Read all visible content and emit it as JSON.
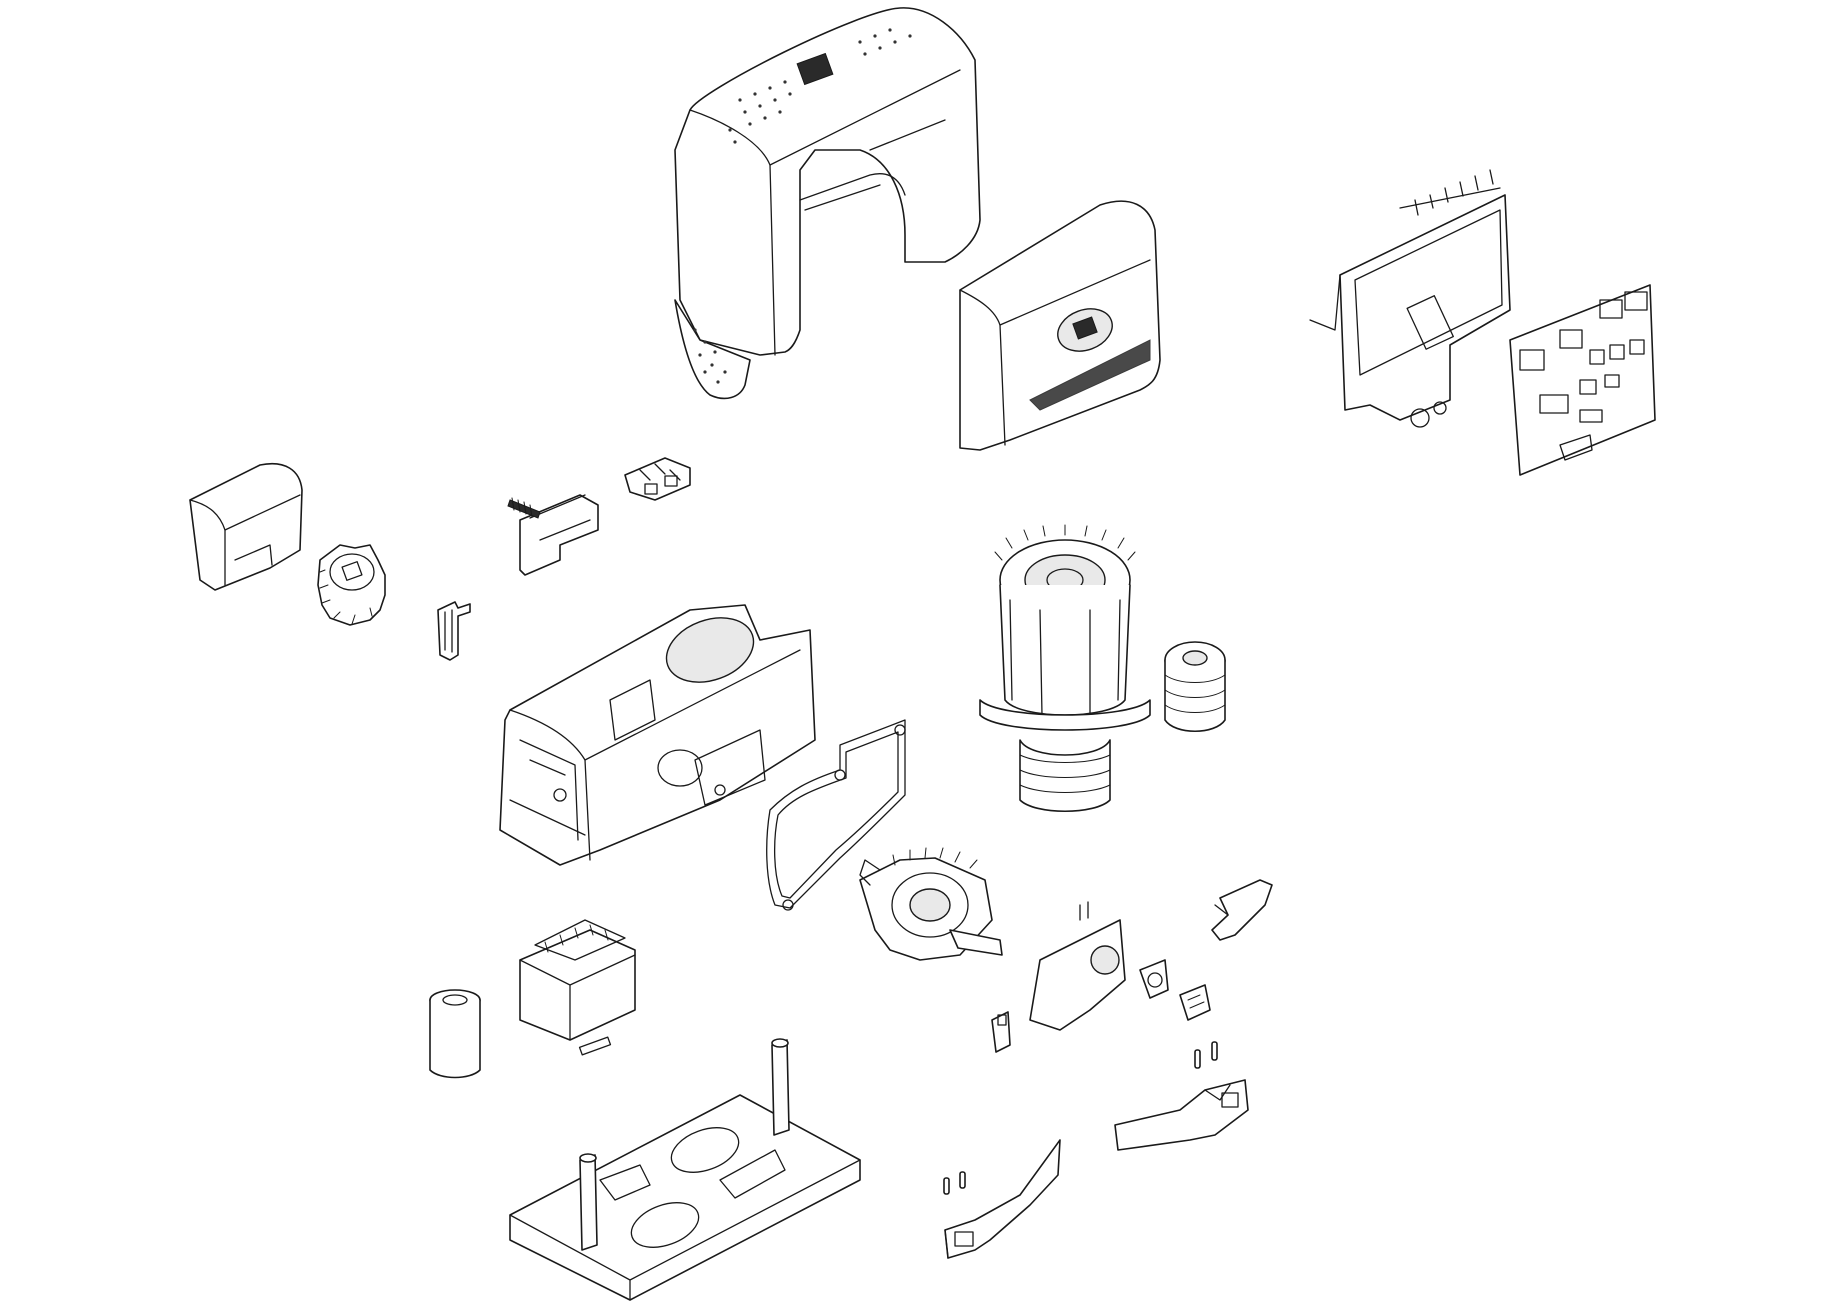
{
  "diagram": {
    "kind": "exploded-view",
    "style": "monochrome line drawing",
    "colors": {
      "background": "#ffffff",
      "line": "#1a1a1a",
      "shade": "#e9e9e9"
    },
    "parts": [
      "main-cover",
      "control-panel-cover",
      "control-board-bracket",
      "control-board",
      "pinion-guard",
      "drive-pinion",
      "limit-switch-spring",
      "release-lever-assembly",
      "terminal-connector",
      "gearbox-housing",
      "gasket",
      "electric-motor",
      "motor-pulley",
      "worm-gear",
      "transformer",
      "capacitor",
      "limit-switch-bracket",
      "release-key",
      "release-knob",
      "fixing-pins",
      "mounting-base-plate",
      "limit-switch-cam-left",
      "limit-switch-cam-right"
    ]
  }
}
